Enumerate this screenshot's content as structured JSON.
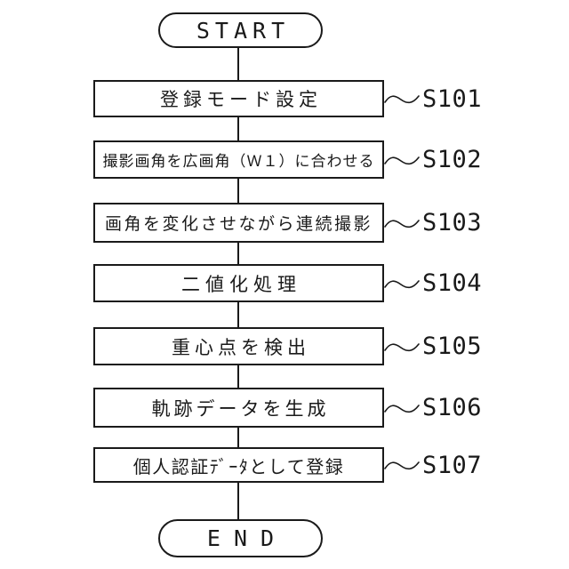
{
  "figure": {
    "type": "flowchart",
    "start_label": "START",
    "end_label": "END",
    "steps": [
      {
        "id": "S101",
        "text": "登録モード設定"
      },
      {
        "id": "S102",
        "text": "撮影画角を広画角（Ｗ１）に合わせる"
      },
      {
        "id": "S103",
        "text": "画角を変化させながら連続撮影"
      },
      {
        "id": "S104",
        "text": "二値化処理"
      },
      {
        "id": "S105",
        "text": "重心点を検出"
      },
      {
        "id": "S106",
        "text": "軌跡データを生成"
      },
      {
        "id": "S107",
        "text": "個人認証ﾃﾞｰﾀとして登録"
      }
    ],
    "colors": {
      "line": "#1a1a1a",
      "background": "#ffffff"
    }
  }
}
